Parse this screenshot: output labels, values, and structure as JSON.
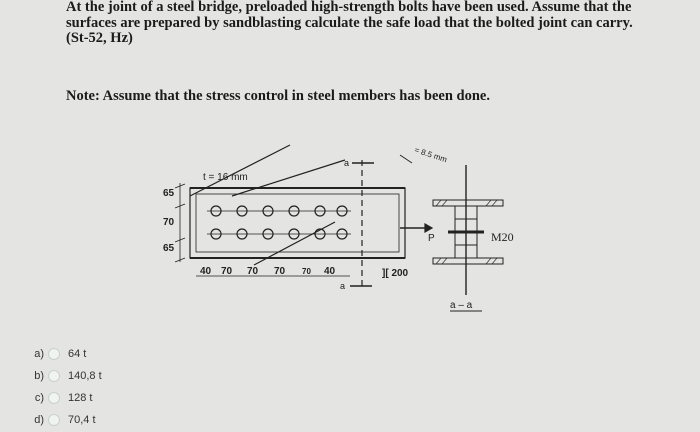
{
  "question": {
    "line1": "At the joint of a steel bridge, preloaded high-strength bolts have been used. Assume that the",
    "line2": "surfaces are prepared by sandblasting calculate the safe load that the bolted joint can carry.",
    "line3": "(St-52, Hz)",
    "note": "Note: Assume that the stress control in steel members has been done."
  },
  "figure": {
    "thickness_label": "t = 16 mm",
    "weld_label": "= 8.5 mm",
    "dims_vertical": [
      "65",
      "70",
      "65"
    ],
    "dims_horizontal": [
      "40",
      "70",
      "70",
      "70",
      "70",
      "40"
    ],
    "section_letter_top": "a",
    "section_letter_bottom": "a",
    "load_label": "P",
    "profile_label": "][ 200",
    "bolt_label": "M20",
    "section_label": "a – a"
  },
  "options": [
    {
      "letter": "a)",
      "value": "64 t"
    },
    {
      "letter": "b)",
      "value": "140,8 t"
    },
    {
      "letter": "c)",
      "value": "128 t"
    },
    {
      "letter": "d)",
      "value": "70,4 t"
    }
  ]
}
